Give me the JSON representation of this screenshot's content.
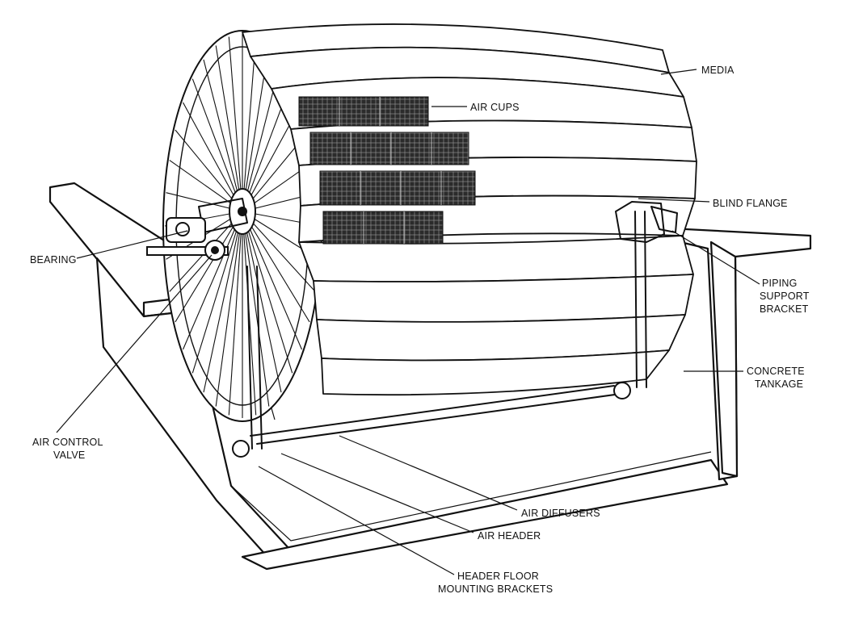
{
  "labels": {
    "media": "MEDIA",
    "air_cups": "AIR CUPS",
    "blind_flange": "BLIND FLANGE",
    "bearing": "BEARING",
    "piping_support_bracket": [
      "PIPING",
      "SUPPORT",
      "BRACKET"
    ],
    "concrete_tankage": [
      "CONCRETE",
      "TANKAGE"
    ],
    "air_control_valve": [
      "AIR CONTROL",
      "VALVE"
    ],
    "air_diffusers": "AIR DIFFUSERS",
    "air_header": "AIR HEADER",
    "header_floor_mounting_brackets": [
      "HEADER FLOOR",
      "MOUNTING BRACKETS"
    ]
  },
  "colors": {
    "ink": "#111111",
    "background": "#ffffff",
    "cups": "#2b2b2b"
  }
}
